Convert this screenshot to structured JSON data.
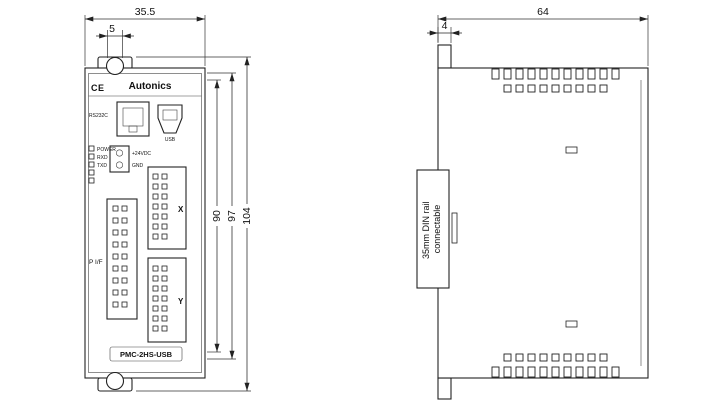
{
  "front_view": {
    "dims": {
      "overall_width": "35.5",
      "slot_width": "5",
      "height_inner": "90",
      "height_body": "97",
      "height_overall": "104"
    },
    "panel": {
      "ce_mark": "CE",
      "brand": "Autonics",
      "rs232c": "RS232C",
      "usb": "USB",
      "power_plus": "+24VDC",
      "power_gnd": "GND",
      "led_power": "POWER",
      "led_rxd": "RXD",
      "led_txd": "TXD",
      "axis_x": "X",
      "axis_y": "Y",
      "pif": "P I/F",
      "model": "PMC-2HS-USB"
    }
  },
  "side_view": {
    "dims": {
      "overall_depth": "64",
      "tab_depth": "4"
    },
    "din_note_line1": "35mm DIN rail",
    "din_note_line2": "connectable"
  }
}
